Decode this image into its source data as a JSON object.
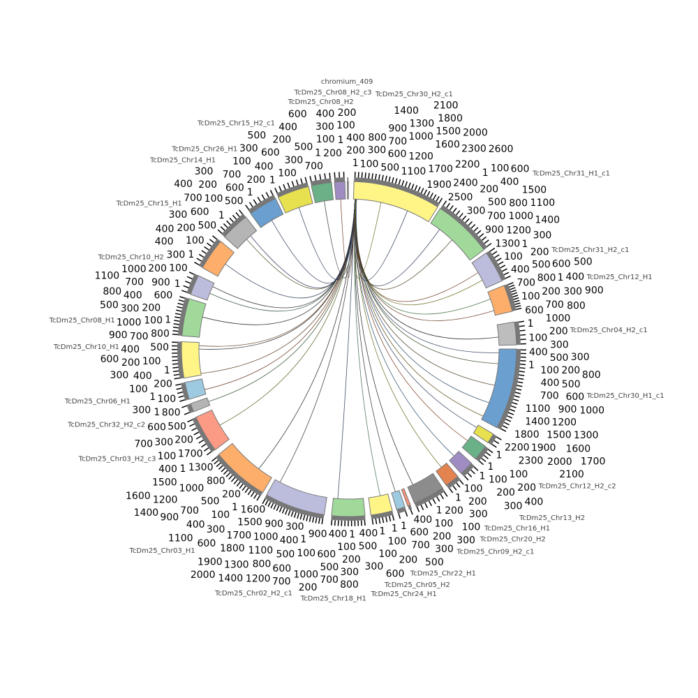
{
  "chart_data": {
    "type": "circos",
    "tick_step": 100,
    "segments": [
      {
        "name": "TcDm25_Chr30_H2_c1",
        "color": "#fff587",
        "ticks": 27
      },
      {
        "name": "TcDm25_Chr31_H1_c1",
        "color": "#a1d99b",
        "ticks": 16
      },
      {
        "name": "TcDm25_Chr31_H2_c1",
        "color": "#bcbddc",
        "ticks": 9
      },
      {
        "name": "TcDm25_Chr12_H1",
        "color": "#fdae6b",
        "ticks": 11
      },
      {
        "name": "TcDm25_Chr04_H2_c1",
        "color": "#bdbdbd",
        "ticks": 6
      },
      {
        "name": "TcDm25_Chr30_H1_c1",
        "color": "#6a9fcf",
        "ticks": 24
      },
      {
        "name": "TcDm25_Chr12_H2_c2",
        "color": "#e7e14f",
        "ticks": 3
      },
      {
        "name": "TcDm25_Chr13_H2",
        "color": "#6ab187",
        "ticks": 5
      },
      {
        "name": "TcDm25_Chr16_H1",
        "color": "#9e8cc2",
        "ticks": 4
      },
      {
        "name": "TcDm25_Chr20_H2",
        "color": "#e3834f",
        "ticks": 4
      },
      {
        "name": "TcDm25_Chr09_H2_c1",
        "color": "#8c8c8c",
        "ticks": 8
      },
      {
        "name": "TcDm25_Chr22_H1",
        "color": "#f4927a",
        "ticks": 1
      },
      {
        "name": "TcDm25_Chr05_H2",
        "color": "#9ecae1",
        "ticks": 2
      },
      {
        "name": "TcDm25_Chr24_H1",
        "color": "#fff587",
        "ticks": 7
      },
      {
        "name": "TcDm25_Chr18_H1",
        "color": "#a1d99b",
        "ticks": 11
      },
      {
        "name": "TcDm25_Chr02_H2_c1",
        "color": "#bcbddc",
        "ticks": 21
      },
      {
        "name": "TcDm25_Chr03_H1",
        "color": "#fdae6b",
        "ticks": 18
      },
      {
        "name": "TcDm25_Chr03_H2_c3",
        "color": "#fb9a85",
        "ticks": 9
      },
      {
        "name": "TcDm25_Chr32_H2_c2",
        "color": "#b5b5b5",
        "ticks": 2
      },
      {
        "name": "TcDm25_Chr06_H1",
        "color": "#9ecae1",
        "ticks": 5
      },
      {
        "name": "TcDm25_Chr10_H1",
        "color": "#fff587",
        "ticks": 11
      },
      {
        "name": "TcDm25_Chr08_H1",
        "color": "#a1d99b",
        "ticks": 12
      },
      {
        "name": "TcDm25_Chr10_H2",
        "color": "#bcbddc",
        "ticks": 5
      },
      {
        "name": "TcDm25_Chr15_H1",
        "color": "#fdae6b",
        "ticks": 8
      },
      {
        "name": "TcDm25_Chr14_H1",
        "color": "#b5b5b5",
        "ticks": 8
      },
      {
        "name": "TcDm25_Chr26_H1",
        "color": "#6a9fcf",
        "ticks": 7
      },
      {
        "name": "TcDm25_Chr15_H2_c1",
        "color": "#e7e14f",
        "ticks": 8
      },
      {
        "name": "TcDm25_Chr08_H2",
        "color": "#6ab187",
        "ticks": 5
      },
      {
        "name": "TcDm25_Chr08_H2_c3",
        "color": "#9e8cc2",
        "ticks": 3
      },
      {
        "name": "chromium_409",
        "color": "#8c8c8c",
        "ticks": 0
      }
    ],
    "links": [
      [
        0,
        0.02,
        5,
        0.05,
        "#2b3a55"
      ],
      [
        0,
        0.03,
        5,
        0.2,
        "#3a4f2a"
      ],
      [
        0,
        0.02,
        5,
        0.5,
        "#4a3a20"
      ],
      [
        0,
        0.04,
        5,
        0.75,
        "#2d4d6a"
      ],
      [
        0,
        0.03,
        5,
        0.95,
        "#5a4a10"
      ],
      [
        0,
        0.02,
        6,
        0.3,
        "#2f3f5f"
      ],
      [
        0,
        0.03,
        7,
        0.4,
        "#7a3a22"
      ],
      [
        0,
        0.02,
        8,
        0.5,
        "#2b4f6a"
      ],
      [
        0,
        0.03,
        9,
        0.5,
        "#6a6a20"
      ],
      [
        0,
        0.02,
        10,
        0.8,
        "#222"
      ],
      [
        0,
        0.02,
        12,
        0.5,
        "#333"
      ],
      [
        0,
        0.03,
        13,
        0.4,
        "#3f6f4f"
      ],
      [
        0,
        0.02,
        14,
        0.85,
        "#2b3a55"
      ],
      [
        0,
        0.03,
        15,
        0.9,
        "#333"
      ],
      [
        0,
        0.02,
        16,
        0.3,
        "#222"
      ],
      [
        0,
        0.02,
        17,
        0.5,
        "#5a5a20"
      ],
      [
        0,
        0.03,
        18,
        0.5,
        "#2f4f2f"
      ],
      [
        0,
        0.02,
        19,
        0.3,
        "#6a3a20"
      ],
      [
        0,
        0.02,
        20,
        0.05,
        "#5a3a20"
      ],
      [
        0,
        0.03,
        20,
        0.8,
        "#222"
      ],
      [
        0,
        0.02,
        20,
        0.9,
        "#6a4020"
      ],
      [
        0,
        0.02,
        21,
        0.6,
        "#222"
      ],
      [
        0,
        0.03,
        22,
        0.4,
        "#2b4f3a"
      ],
      [
        0,
        0.02,
        22,
        0.8,
        "#222"
      ],
      [
        0,
        0.02,
        23,
        0.5,
        "#2b3a55"
      ],
      [
        0,
        0.03,
        24,
        0.5,
        "#4a4a20"
      ],
      [
        0,
        0.02,
        24,
        0.7,
        "#2b2b55"
      ],
      [
        0,
        0.02,
        25,
        0.5,
        "#2b3a55"
      ],
      [
        0,
        0.03,
        26,
        0.5,
        "#2b3a55"
      ],
      [
        0,
        0.02,
        27,
        0.5,
        "#333"
      ],
      [
        0,
        0.02,
        28,
        0.5,
        "#6a3a20"
      ],
      [
        0,
        0.02,
        1,
        0.2,
        "#2b3a55"
      ],
      [
        0,
        0.03,
        1,
        0.5,
        "#4a3a20"
      ],
      [
        0,
        0.02,
        2,
        0.4,
        "#6a3a20"
      ],
      [
        0,
        0.03,
        2,
        0.7,
        "#6a6a20"
      ],
      [
        0,
        0.02,
        3,
        0.3,
        "#3a6a3a"
      ],
      [
        0,
        0.02,
        3,
        0.8,
        "#6a3a20"
      ],
      [
        0,
        0.03,
        4,
        0.6,
        "#222"
      ],
      [
        0,
        0.03,
        0,
        0.35,
        "#6a6a20"
      ],
      [
        0,
        0.02,
        0,
        0.7,
        "#2b3a55"
      ]
    ]
  }
}
